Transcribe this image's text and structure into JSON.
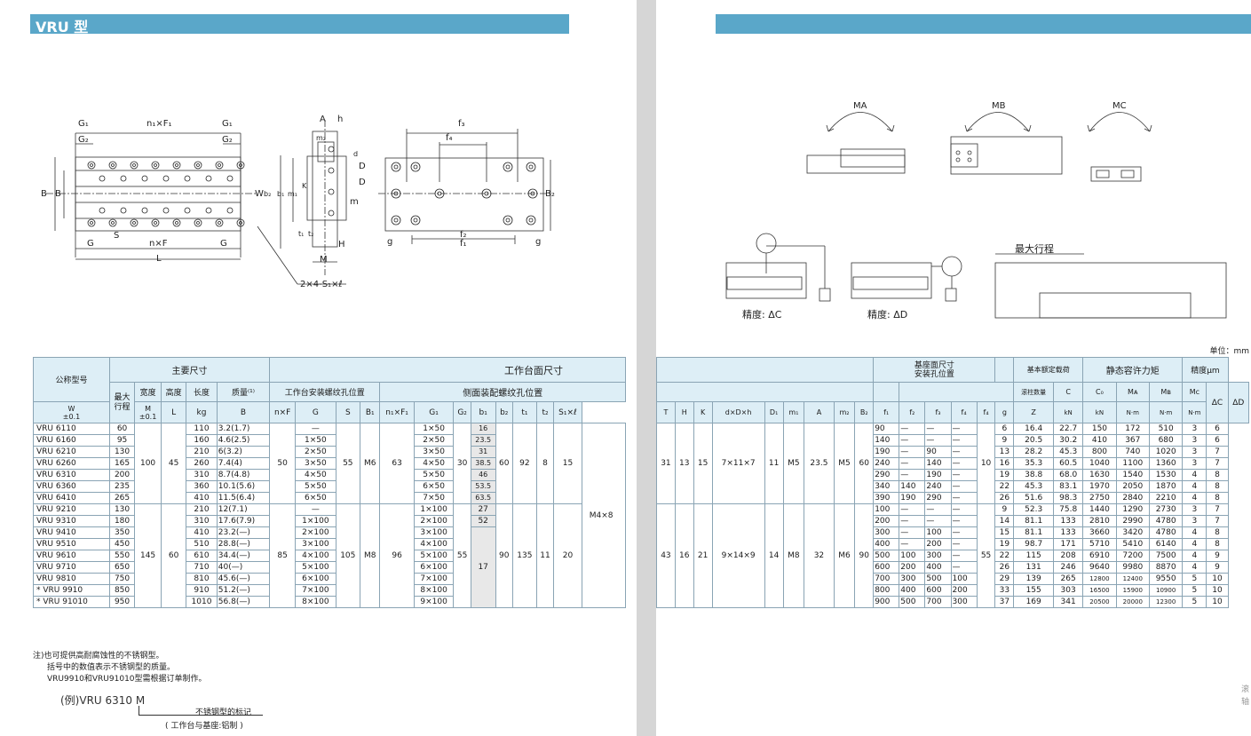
{
  "left": {
    "title": "VRU 型",
    "drawing": {
      "labels": [
        "G₁",
        "n₁×F₁",
        "G₁",
        "G₂",
        "G₂",
        "B",
        "B",
        "S",
        "n×F",
        "G",
        "G",
        "L",
        "2×4-S₁×ℓ",
        "A",
        "h",
        "m₂",
        "d",
        "D",
        "D",
        "K",
        "W",
        "b₂",
        "b₁",
        "m₁",
        "m",
        "t₁",
        "t₂",
        "H",
        "M",
        "f₃",
        "f₄",
        "f₂",
        "f₁",
        "B₂",
        "g",
        "g"
      ]
    },
    "table": {
      "h_model": "公称型号",
      "h_main": "主要尺寸",
      "h_stroke": "最大\n行程",
      "h_W1": "宽度",
      "h_W2": "W",
      "h_W3": "±0.1",
      "h_M1": "高度",
      "h_M2": "M",
      "h_M3": "±0.1",
      "h_L1": "长度",
      "h_L2": "L",
      "h_kg1": "质量⁽¹⁾",
      "h_kg2": "kg",
      "h_table": "工作台面尺寸",
      "h_mount": "工作台安装螺纹孔位置",
      "h_side": "侧面装配螺纹孔位置",
      "cols": [
        "B",
        "n×F",
        "G",
        "S",
        "B₁",
        "n₁×F₁",
        "G₁",
        "G₂",
        "b₁",
        "b₂",
        "t₁",
        "t₂",
        "S₁×ℓ"
      ],
      "rows": [
        {
          "model": "VRU 6110",
          "stroke": "60",
          "L": "110",
          "kg": "3.2(1.7)",
          "nF": "—",
          "n1F1": "1×50",
          "G2": "16"
        },
        {
          "model": "VRU 6160",
          "stroke": "95",
          "L": "160",
          "kg": "4.6(2.5)",
          "nF": "1×50",
          "n1F1": "2×50",
          "G2": "23.5"
        },
        {
          "model": "VRU 6210",
          "stroke": "130",
          "L": "210",
          "kg": "6(3.2)",
          "nF": "2×50",
          "n1F1": "3×50",
          "G2": "31"
        },
        {
          "model": "VRU 6260",
          "stroke": "165",
          "L": "260",
          "kg": "7.4(4)",
          "nF": "3×50",
          "n1F1": "4×50",
          "G2": "38.5"
        },
        {
          "model": "VRU 6310",
          "stroke": "200",
          "L": "310",
          "kg": "8.7(4.8)",
          "nF": "4×50",
          "n1F1": "5×50",
          "G2": "46"
        },
        {
          "model": "VRU 6360",
          "stroke": "235",
          "L": "360",
          "kg": "10.1(5.6)",
          "nF": "5×50",
          "n1F1": "6×50",
          "G2": "53.5"
        },
        {
          "model": "VRU 6410",
          "stroke": "265",
          "L": "410",
          "kg": "11.5(6.4)",
          "nF": "6×50",
          "n1F1": "7×50",
          "G2": "63.5"
        },
        {
          "model": "VRU 9210",
          "stroke": "130",
          "L": "210",
          "kg": "12(7.1)",
          "nF": "—",
          "n1F1": "1×100",
          "G2": "27"
        },
        {
          "model": "VRU 9310",
          "stroke": "180",
          "L": "310",
          "kg": "17.6(7.9)",
          "nF": "1×100",
          "n1F1": "2×100",
          "G2": "52"
        },
        {
          "model": "VRU 9410",
          "stroke": "350",
          "L": "410",
          "kg": "23.2(—)",
          "nF": "2×100",
          "n1F1": "3×100",
          "G2": ""
        },
        {
          "model": "VRU 9510",
          "stroke": "450",
          "L": "510",
          "kg": "28.8(—)",
          "nF": "3×100",
          "n1F1": "4×100",
          "G2": ""
        },
        {
          "model": "VRU 9610",
          "stroke": "550",
          "L": "610",
          "kg": "34.4(—)",
          "nF": "4×100",
          "n1F1": "5×100",
          "G2": ""
        },
        {
          "model": "VRU 9710",
          "stroke": "650",
          "L": "710",
          "kg": "40(—)",
          "nF": "5×100",
          "n1F1": "6×100",
          "G2": ""
        },
        {
          "model": "VRU 9810",
          "stroke": "750",
          "L": "810",
          "kg": "45.6(—)",
          "nF": "6×100",
          "n1F1": "7×100",
          "G2": ""
        },
        {
          "model": "* VRU 9910",
          "stroke": "850",
          "L": "910",
          "kg": "51.2(—)",
          "nF": "7×100",
          "n1F1": "8×100",
          "G2": ""
        },
        {
          "model": "* VRU 91010",
          "stroke": "950",
          "L": "1010",
          "kg": "56.8(—)",
          "nF": "8×100",
          "n1F1": "9×100",
          "G2": ""
        }
      ],
      "g1": {
        "W": "100",
        "M": "45",
        "B": "50",
        "G": "55",
        "S": "M6",
        "B1": "63",
        "G1": "30",
        "b1": "60",
        "b2": "92",
        "t1": "8",
        "t2": "15"
      },
      "g2": {
        "W": "145",
        "M": "60",
        "B": "85",
        "G": "105",
        "S": "M8",
        "B1": "96",
        "G1": "55",
        "G2": "17",
        "b1": "90",
        "b2": "135",
        "t1": "11",
        "t2": "20"
      },
      "S1l": "M4×8"
    },
    "notes": {
      "n1": "注)也可提供高耐腐蚀性的不锈钢型。",
      "n2": "括号中的数值表示不锈钢型的质量。",
      "n3": "VRU9910和VRU91010型需根据订单制作。",
      "example": "(例)VRU 6310 M",
      "ex_a": "不锈钢型的标记",
      "ex_b": "( 工作台与基座:铝制 )"
    }
  },
  "right": {
    "drawing": {
      "moments": [
        "MA",
        "MB",
        "MC"
      ],
      "max_stroke": "最大行程",
      "acc_c": "精度: ΔC",
      "acc_d": "精度: ΔD"
    },
    "unit": "单位：mm",
    "table": {
      "h_base": "基座面尺寸\n安装孔位置",
      "h_load": "基本额定载荷",
      "h_static": "静态容许力矩",
      "h_acc": "精度μm",
      "h_rollers": "滚柱数量",
      "cols": [
        "T",
        "H",
        "K",
        "d×D×h",
        "D₁",
        "m₁",
        "A",
        "m₂",
        "B₂",
        "f₁",
        "f₂",
        "f₃",
        "f₄",
        "g",
        "Z",
        "C",
        "C₀",
        "Mᴀ",
        "Mʙ",
        "Mᴄ",
        "ΔC",
        "ΔD"
      ],
      "units": [
        "kN",
        "kN",
        "N·m",
        "N·m",
        "N·m"
      ],
      "g1": {
        "T": "31",
        "H": "13",
        "K": "15",
        "dDh": "7×11×7",
        "D1": "11",
        "m1": "M5",
        "A": "23.5",
        "m2": "M5",
        "B2": "60",
        "g": "10"
      },
      "g2": {
        "T": "43",
        "H": "16",
        "K": "21",
        "dDh": "9×14×9",
        "D1": "14",
        "m1": "M8",
        "A": "32",
        "m2": "M6",
        "B2": "90",
        "g": "55"
      },
      "rows": [
        [
          "90",
          "—",
          "—",
          "—",
          "6",
          "16.4",
          "22.7",
          "150",
          "172",
          "510",
          "3",
          "6"
        ],
        [
          "140",
          "—",
          "—",
          "—",
          "9",
          "20.5",
          "30.2",
          "410",
          "367",
          "680",
          "3",
          "6"
        ],
        [
          "190",
          "—",
          "90",
          "—",
          "13",
          "28.2",
          "45.3",
          "800",
          "740",
          "1020",
          "3",
          "7"
        ],
        [
          "240",
          "—",
          "140",
          "—",
          "16",
          "35.3",
          "60.5",
          "1040",
          "1100",
          "1360",
          "3",
          "7"
        ],
        [
          "290",
          "—",
          "190",
          "—",
          "19",
          "38.8",
          "68.0",
          "1630",
          "1540",
          "1530",
          "4",
          "8"
        ],
        [
          "340",
          "140",
          "240",
          "—",
          "22",
          "45.3",
          "83.1",
          "1970",
          "2050",
          "1870",
          "4",
          "8"
        ],
        [
          "390",
          "190",
          "290",
          "—",
          "26",
          "51.6",
          "98.3",
          "2750",
          "2840",
          "2210",
          "4",
          "8"
        ],
        [
          "100",
          "—",
          "—",
          "—",
          "9",
          "52.3",
          "75.8",
          "1440",
          "1290",
          "2730",
          "3",
          "7"
        ],
        [
          "200",
          "—",
          "—",
          "—",
          "14",
          "81.1",
          "133",
          "2810",
          "2990",
          "4780",
          "3",
          "7"
        ],
        [
          "300",
          "—",
          "100",
          "—",
          "15",
          "81.1",
          "133",
          "3660",
          "3420",
          "4780",
          "4",
          "8"
        ],
        [
          "400",
          "—",
          "200",
          "—",
          "19",
          "98.7",
          "171",
          "5710",
          "5410",
          "6140",
          "4",
          "8"
        ],
        [
          "500",
          "100",
          "300",
          "—",
          "22",
          "115",
          "208",
          "6910",
          "7200",
          "7500",
          "4",
          "9"
        ],
        [
          "600",
          "200",
          "400",
          "—",
          "26",
          "131",
          "246",
          "9640",
          "9980",
          "8870",
          "4",
          "9"
        ],
        [
          "700",
          "300",
          "500",
          "100",
          "29",
          "139",
          "265",
          "12800",
          "12400",
          "9550",
          "5",
          "10"
        ],
        [
          "800",
          "400",
          "600",
          "200",
          "33",
          "155",
          "303",
          "16500",
          "15900",
          "10900",
          "5",
          "10"
        ],
        [
          "900",
          "500",
          "700",
          "300",
          "37",
          "169",
          "341",
          "20500",
          "20000",
          "12300",
          "5",
          "10"
        ]
      ]
    },
    "edge_text": "滚\n轴"
  }
}
